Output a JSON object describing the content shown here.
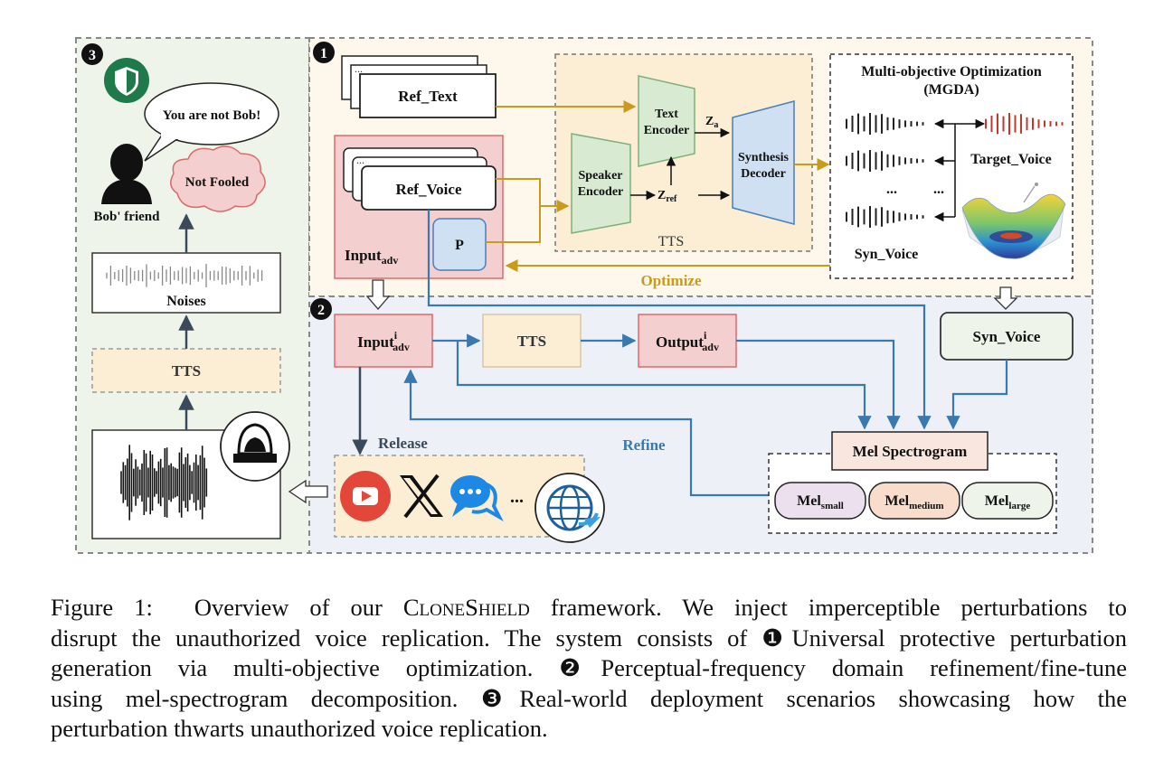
{
  "panels": {
    "p1_badge": "1",
    "p2_badge": "2",
    "p3_badge": "3"
  },
  "panel1": {
    "ref_text": "Ref_Text",
    "ref_voice": "Ref_Voice",
    "perturbation": "P",
    "input_adv_base": "Input",
    "input_adv_sub": "adv",
    "speaker_encoder_l1": "Speaker",
    "speaker_encoder_l2": "Encoder",
    "text_encoder_l1": "Text",
    "text_encoder_l2": "Encoder",
    "synthesis_decoder_l1": "Synthesis",
    "synthesis_decoder_l2": "Decoder",
    "z_a_base": "Z",
    "z_a_sub": "a",
    "z_ref_base": "Z",
    "z_ref_sub": "ref",
    "tts_label": "TTS",
    "mgda_title_l1": "Multi-objective Optimization",
    "mgda_title_l2": "(MGDA)",
    "target_voice": "Target_Voice",
    "syn_voice": "Syn_Voice",
    "ellipsis": "...",
    "optimize": "Optimize"
  },
  "panel2": {
    "input_base": "Input",
    "input_sup": "i",
    "input_sub": "adv",
    "tts": "TTS",
    "output_base": "Output",
    "output_sup": "i",
    "output_sub": "adv",
    "syn_voice": "Syn_Voice",
    "release": "Release",
    "refine": "Refine",
    "mel_spectrogram": "Mel Spectrogram",
    "mel_base": "Mel",
    "mel_small": "small",
    "mel_medium": "medium",
    "mel_large": "large",
    "platforms_more": "..."
  },
  "panel3": {
    "speech_bubble": "You are not Bob!",
    "cloud": "Not Fooled",
    "friend": "Bob' friend",
    "noises": "Noises",
    "tts": "TTS"
  },
  "caption": {
    "figure_label": "Figure 1:",
    "l1_pre": "Overview of our ",
    "framework_name": "CloneShield",
    "l1_post": " framework. We inject imperceptible perturbations to",
    "l2_pre": "disrupt the unauthorized voice replication. The system consists of ",
    "marker_1": "❶",
    "l2_post": "Universal protective perturbation",
    "l3_pre": "generation via multi-objective optimization. ",
    "marker_2": "❷",
    "l3_post": "Perceptual-frequency domain refinement/fine-tune",
    "l4_pre": "using mel-spectrogram decomposition. ",
    "marker_3": "❸",
    "l4_post": "Real-world deployment scenarios showcasing how the",
    "l5": "perturbation thwarts unauthorized voice replication."
  },
  "colors": {
    "gold": "#c89b1c",
    "blue": "#3a78b0",
    "dark": "#3b4a5a",
    "pink_fill": "#f4cfcf",
    "pink_stroke": "#d96b6b",
    "green_fill": "#d8ead2",
    "blue_fill": "#cfe0f3",
    "cream_fill": "#fbeed5",
    "youtube": "#e3473a",
    "chat": "#1e88e5"
  }
}
